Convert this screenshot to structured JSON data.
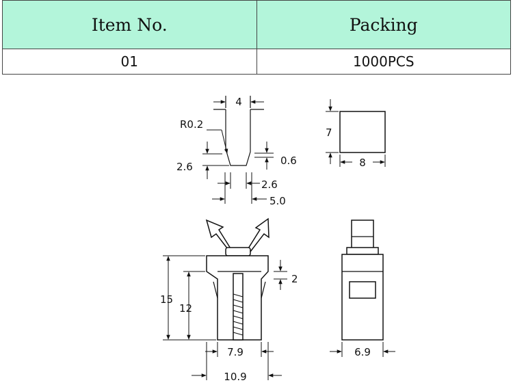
{
  "table": {
    "headers": [
      "Item No.",
      "Packing"
    ],
    "row": [
      "01",
      "1000PCS"
    ]
  },
  "dimensions": {
    "top_width": "4",
    "radius": "R0.2",
    "lip_height": "2.6",
    "lip_thickness": "0.6",
    "opening_width": "2.6",
    "base_width": "5.0",
    "square_height": "7",
    "square_width": "8",
    "step_height": "2",
    "total_height": "15",
    "body_height": "12",
    "inner_width": "7.9",
    "total_width": "10.9",
    "side_width": "6.9"
  }
}
